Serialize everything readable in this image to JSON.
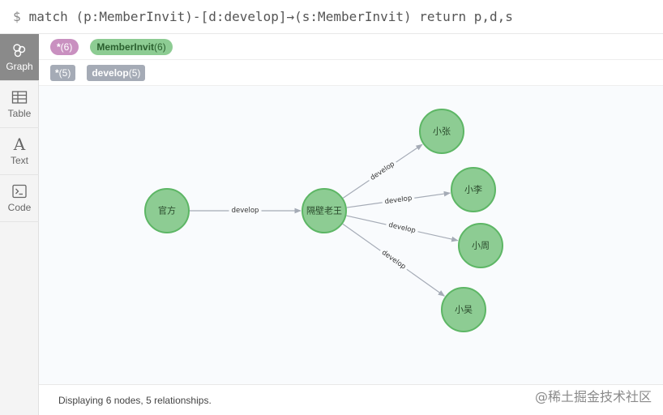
{
  "query": {
    "prompt": "$",
    "text": "match (p:MemberInvit)-[d:develop]→(s:MemberInvit) return p,d,s"
  },
  "sidebar": {
    "items": [
      {
        "label": "Graph",
        "icon": "graph-icon",
        "active": true
      },
      {
        "label": "Table",
        "icon": "table-icon",
        "active": false
      },
      {
        "label": "Text",
        "icon": "text-icon",
        "glyph": "A",
        "active": false
      },
      {
        "label": "Code",
        "icon": "code-icon",
        "active": false
      }
    ]
  },
  "legend": {
    "node_labels": [
      {
        "name": "*",
        "count": "(6)",
        "color": "#c990c0"
      },
      {
        "name": "MemberInvit",
        "count": "(6)",
        "color": "#8dcc93"
      }
    ],
    "relationship_types": [
      {
        "name": "*",
        "count": "(5)",
        "color": "#a5abb6"
      },
      {
        "name": "develop",
        "count": "(5)",
        "color": "#a5abb6"
      }
    ]
  },
  "graph": {
    "node_color": "#8dcc93",
    "node_border": "#5db665",
    "relationship_color": "#a5abb6",
    "nodes": [
      {
        "id": "n0",
        "label": "官方"
      },
      {
        "id": "n1",
        "label": "隔壁老王"
      },
      {
        "id": "n2",
        "label": "小张"
      },
      {
        "id": "n3",
        "label": "小李"
      },
      {
        "id": "n4",
        "label": "小周"
      },
      {
        "id": "n5",
        "label": "小吴"
      }
    ],
    "relationships": [
      {
        "from": "n0",
        "to": "n1",
        "type": "develop"
      },
      {
        "from": "n1",
        "to": "n2",
        "type": "develop"
      },
      {
        "from": "n1",
        "to": "n3",
        "type": "develop"
      },
      {
        "from": "n1",
        "to": "n4",
        "type": "develop"
      },
      {
        "from": "n1",
        "to": "n5",
        "type": "develop"
      }
    ]
  },
  "status": {
    "text": "Displaying 6 nodes, 5 relationships."
  },
  "watermark": "@稀土掘金技术社区"
}
